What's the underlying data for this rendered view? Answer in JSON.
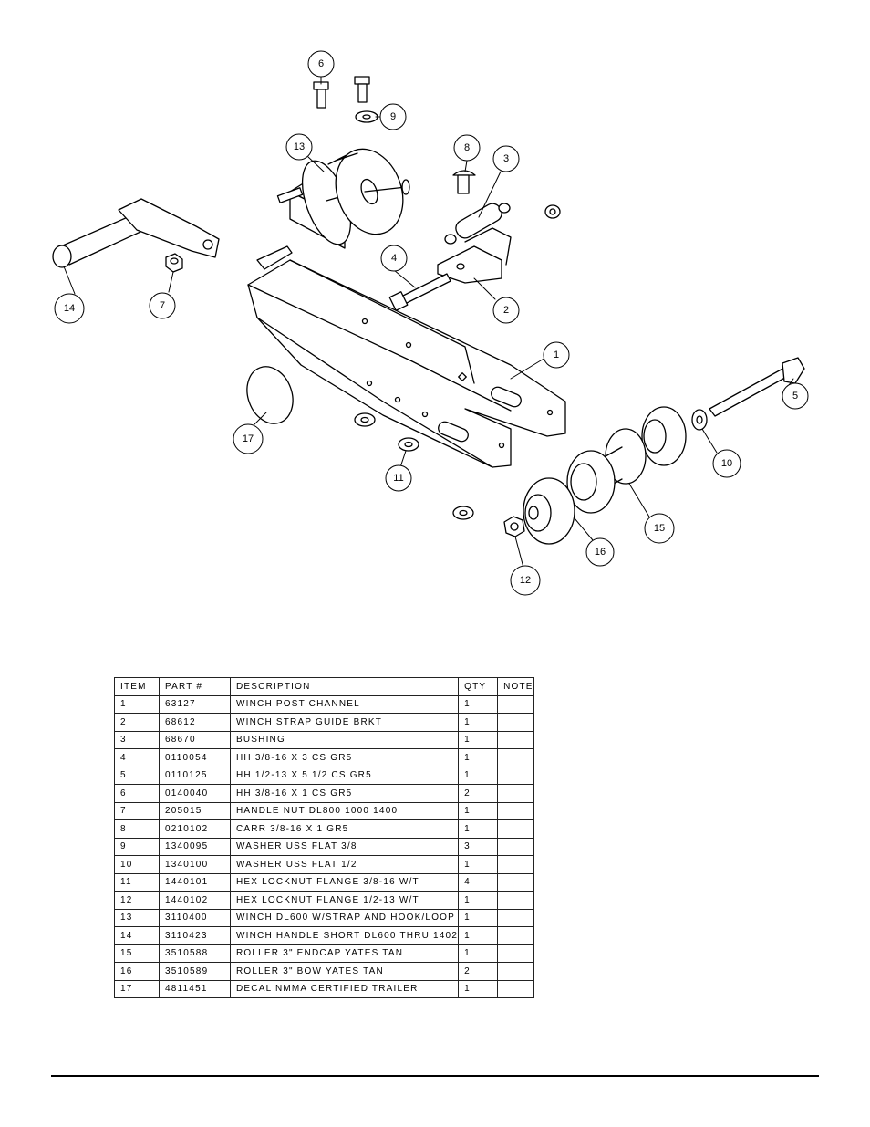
{
  "callouts": [
    "6",
    "9",
    "13",
    "8",
    "3",
    "14",
    "7",
    "4",
    "2",
    "1",
    "5",
    "17",
    "11",
    "10",
    "15",
    "16",
    "12"
  ],
  "table": {
    "headers": [
      "ITEM",
      "PART #",
      "DESCRIPTION",
      "QTY",
      "NOTE"
    ],
    "rows": [
      [
        "1",
        "63127",
        "WINCH POST CHANNEL",
        "1",
        ""
      ],
      [
        "2",
        "68612",
        "WINCH STRAP GUIDE BRKT",
        "1",
        ""
      ],
      [
        "3",
        "68670",
        "BUSHING",
        "1",
        ""
      ],
      [
        "4",
        "0110054",
        "HH 3/8-16 X 3 CS GR5",
        "1",
        ""
      ],
      [
        "5",
        "0110125",
        "HH 1/2-13 X 5 1/2 CS GR5",
        "1",
        ""
      ],
      [
        "6",
        "0140040",
        "HH 3/8-16 X 1 CS GR5",
        "2",
        ""
      ],
      [
        "7",
        "205015",
        "HANDLE NUT DL800 1000 1400",
        "1",
        ""
      ],
      [
        "8",
        "0210102",
        "CARR 3/8-16 X 1 GR5",
        "1",
        ""
      ],
      [
        "9",
        "1340095",
        "WASHER USS FLAT 3/8",
        "3",
        ""
      ],
      [
        "10",
        "1340100",
        "WASHER USS FLAT 1/2",
        "1",
        ""
      ],
      [
        "11",
        "1440101",
        "HEX LOCKNUT FLANGE 3/8-16 W/T",
        "4",
        ""
      ],
      [
        "12",
        "1440102",
        "HEX LOCKNUT FLANGE 1/2-13 W/T",
        "1",
        ""
      ],
      [
        "13",
        "3110400",
        "WINCH DL600 W/STRAP AND HOOK/LOOP",
        "1",
        ""
      ],
      [
        "14",
        "3110423",
        "WINCH HANDLE SHORT DL600 THRU 1402",
        "1",
        ""
      ],
      [
        "15",
        "3510588",
        "ROLLER 3\" ENDCAP YATES TAN",
        "1",
        ""
      ],
      [
        "16",
        "3510589",
        "ROLLER 3\" BOW YATES TAN",
        "2",
        ""
      ],
      [
        "17",
        "4811451",
        " DECAL NMMA CERTIFIED TRAILER",
        "1",
        ""
      ]
    ]
  }
}
